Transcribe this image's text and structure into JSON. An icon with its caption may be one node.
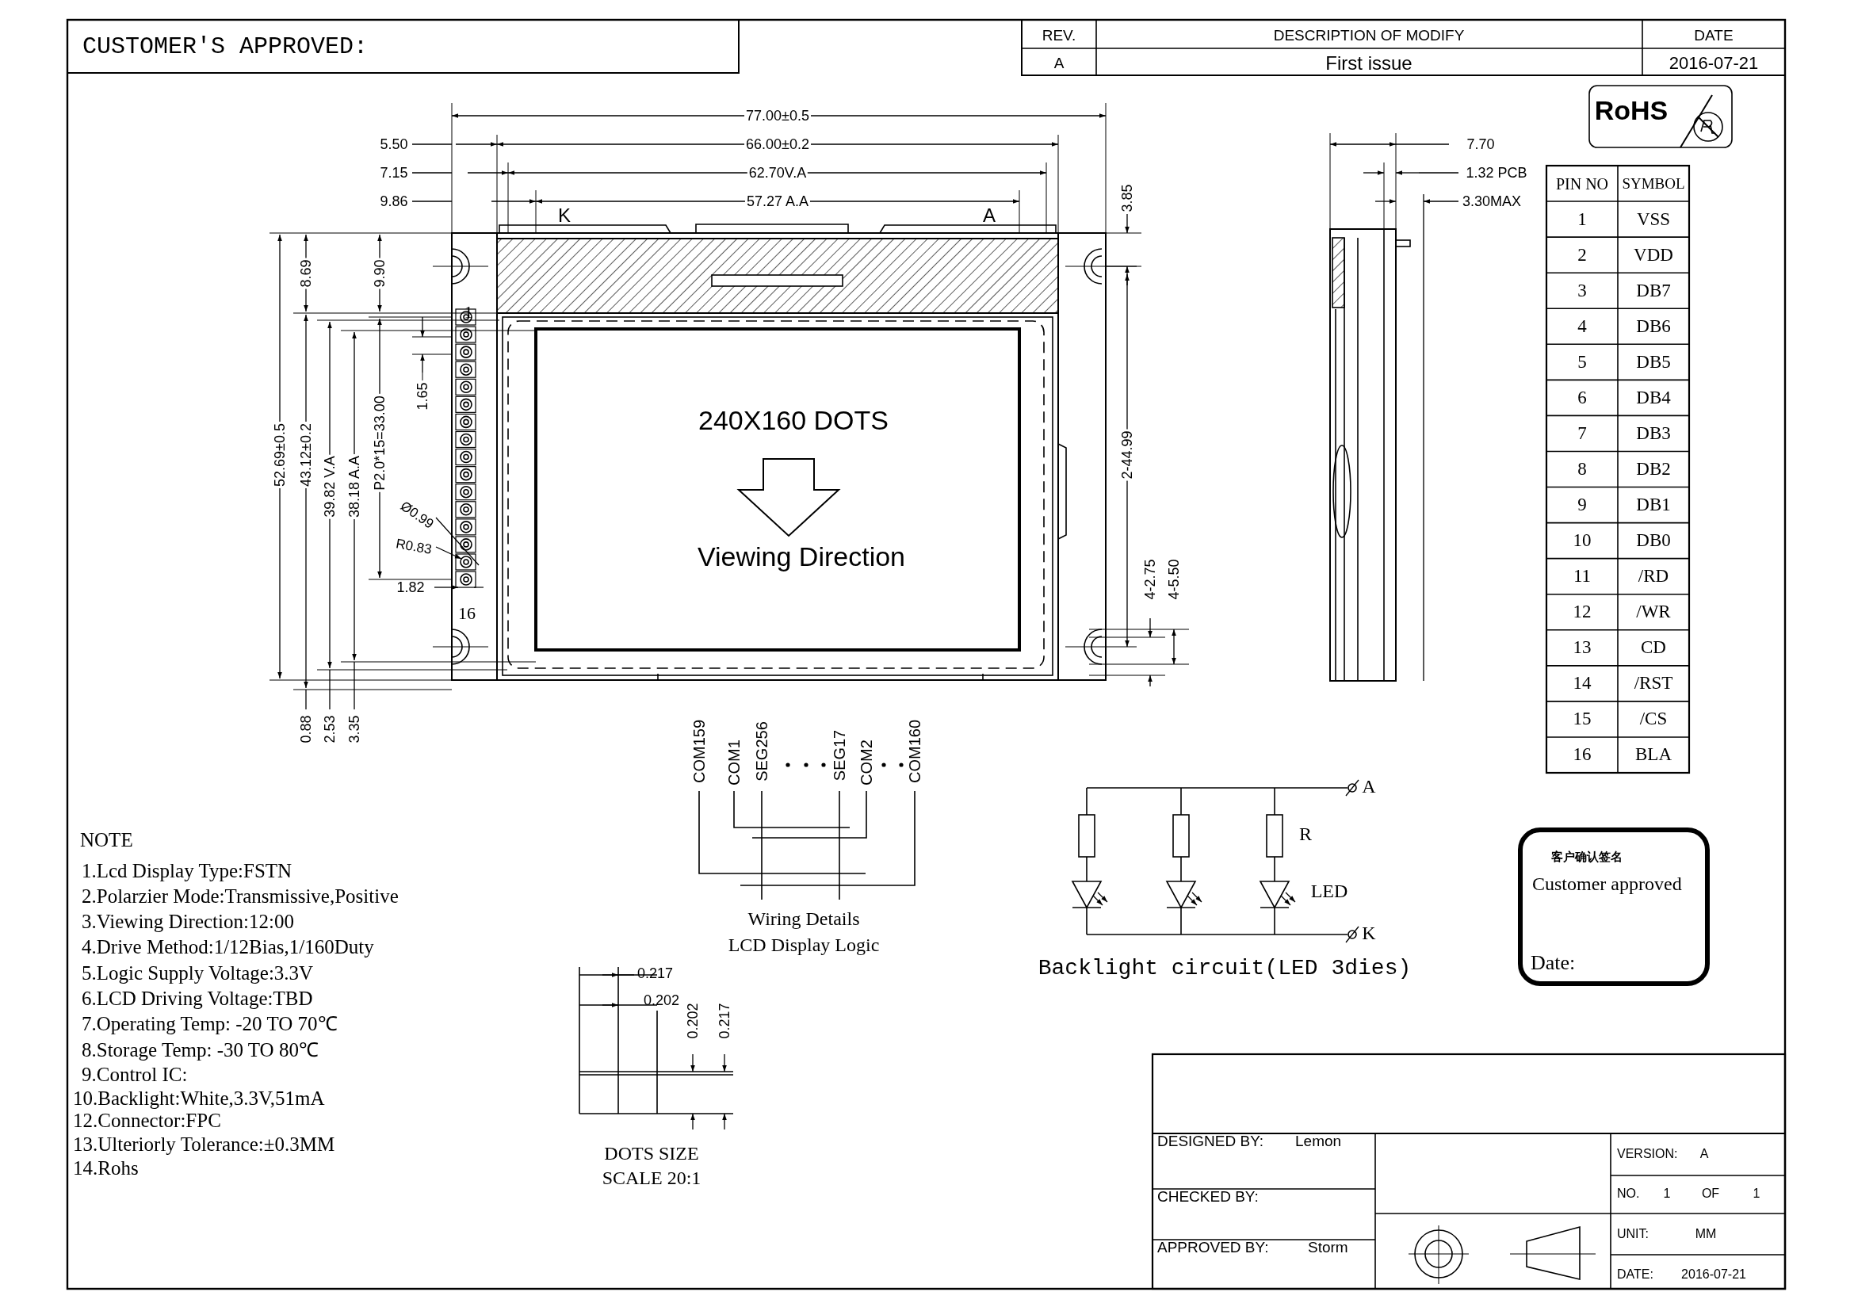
{
  "diagram": {
    "nodes": [
      {
        "text": [
          "客户确认签名",
          "Customer approved",
          "Date:"
        ]
      }
    ],
    "labels": [
      "CUSTOMER'S APPROVED:",
      "REV.",
      "DESCRIPTION OF MODIFY",
      "DATE",
      "A",
      "First issue",
      "2016-07-21",
      "RoHS",
      "77.00±0.5",
      "66.00±0.2",
      "62.70V.A",
      "57.27 A.A",
      "5.50",
      "7.15",
      "9.86",
      "K",
      "A",
      "3.85",
      "8.69",
      "9.90",
      "52.69±0.5",
      "43.12±0.2",
      "39.82 V.A",
      "38.18 A.A",
      "P2.0*15=33.00",
      "1.65",
      "Ø0.99",
      "R0.83",
      "1.82",
      "1",
      "16",
      "0.88",
      "2.53",
      "3.35",
      "240X160 DOTS",
      "Viewing Direction",
      "2-44.99",
      "4-2.75",
      "4-5.50",
      "7.70",
      "1.32 PCB",
      "3.30MAX",
      "PIN NO",
      "SYMBOL",
      "1",
      "VSS",
      "2",
      "VDD",
      "3",
      "DB7",
      "4",
      "DB6",
      "5",
      "DB5",
      "6",
      "DB4",
      "7",
      "DB3",
      "8",
      "DB2",
      "9",
      "DB1",
      "10",
      "DB0",
      "11",
      "/RD",
      "12",
      "/WR",
      "13",
      "CD",
      "14",
      "/RST",
      "15",
      "/CS",
      "16",
      "BLA",
      "COM159",
      "COM1",
      "SEG256",
      "SEG17",
      "COM2",
      "COM160",
      "Wiring Details",
      "LCD Display Logic",
      "A",
      "R",
      "LED",
      "K",
      "Backlight circuit(LED 3dies)",
      "NOTE",
      "1.Lcd Display Type:FSTN",
      "2.Polarzier Mode:Transmissive,Positive",
      "3.Viewing Direction:12:00",
      "4.Drive Method:1/12Bias,1/160Duty",
      "5.Logic Supply Voltage:3.3V",
      "6.LCD Driving Voltage:TBD",
      "7.Operating Temp: -20 TO 70℃",
      "8.Storage Temp: -30 TO 80℃",
      "9.Control IC:",
      "10.Backlight:White,3.3V,51mA",
      "12.Connector:FPC",
      "13.Ulteriorly Tolerance:±0.3MM",
      "14.Rohs",
      "0.217",
      "0.202",
      "0.202",
      "0.217",
      "DOTS SIZE",
      "SCALE 20:1",
      "DESIGNED BY:",
      "Lemon",
      "CHECKED BY:",
      "APPROVED BY:",
      "Storm",
      "VERSION:",
      "A",
      "NO.",
      "1",
      "OF",
      "1",
      "UNIT:",
      "MM",
      "DATE:",
      "2016-07-21"
    ]
  }
}
